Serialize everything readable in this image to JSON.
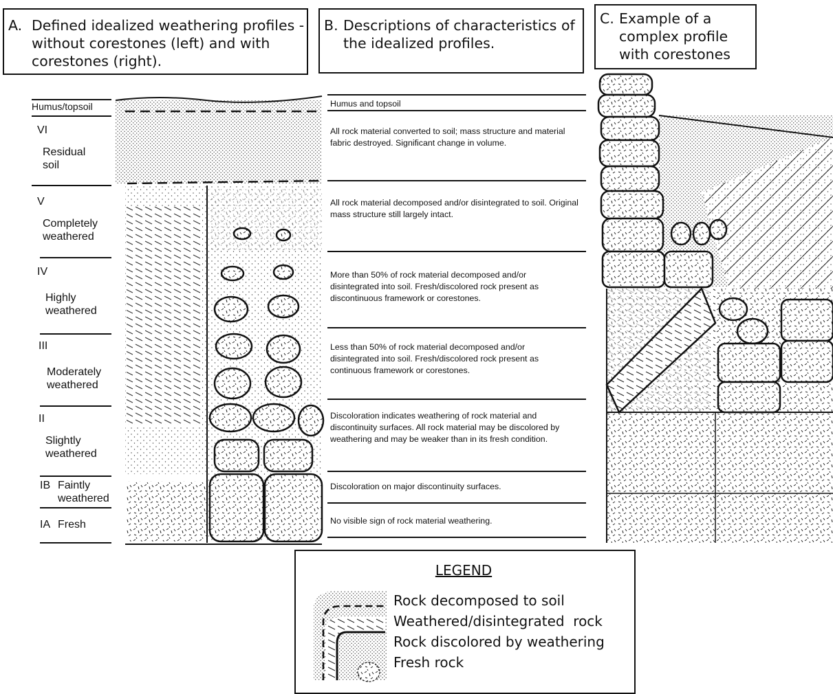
{
  "panels": {
    "a": {
      "prefix": "A.",
      "text": "Defined idealized weathering profiles - without corestones (left) and with corestones (right)."
    },
    "b": {
      "prefix": "B.",
      "text": "Descriptions of characteristics of the idealized profiles."
    },
    "c": {
      "prefix": "C.",
      "text": "Example of a complex profile with corestones"
    }
  },
  "grades": [
    {
      "id": "humus",
      "label": "Humus/topsoil",
      "desc": "Humus and topsoil"
    },
    {
      "id": "vi",
      "numeral": "VI",
      "label": "Residual soil",
      "desc": "All rock material converted to soil; mass structure and material fabric destroyed. Significant change in volume."
    },
    {
      "id": "v",
      "numeral": "V",
      "label": "Completely weathered",
      "desc": "All rock material decomposed and/or disintegrated to soil. Original mass structure still largely intact."
    },
    {
      "id": "iv",
      "numeral": "IV",
      "label": "Highly weathered",
      "desc": "More than 50% of rock material decomposed and/or disintegrated into soil. Fresh/discolored rock present as discontinuous framework or corestones."
    },
    {
      "id": "iii",
      "numeral": "III",
      "label": "Moderately weathered",
      "desc": "Less than 50% of rock material decomposed and/or disintegrated into soil. Fresh/discolored rock present as continuous framework or corestones."
    },
    {
      "id": "ii",
      "numeral": "II",
      "label": "Slightly weathered",
      "desc": "Discoloration indicates weathering of rock material and discontinuity surfaces. All rock material may be discolored by weathering and may be weaker than in its fresh condition."
    },
    {
      "id": "ib",
      "numeral": "IB",
      "label": "Faintly weathered",
      "desc": "Discoloration on major discontinuity surfaces."
    },
    {
      "id": "ia",
      "numeral": "IA",
      "label": "Fresh",
      "desc": "No visible sign of rock material weathering."
    }
  ],
  "legend": {
    "title": "LEGEND",
    "items": [
      "Rock decomposed to soil",
      "Weathered/disintegrated  rock",
      "Rock discolored by weathering",
      "Fresh rock"
    ]
  }
}
